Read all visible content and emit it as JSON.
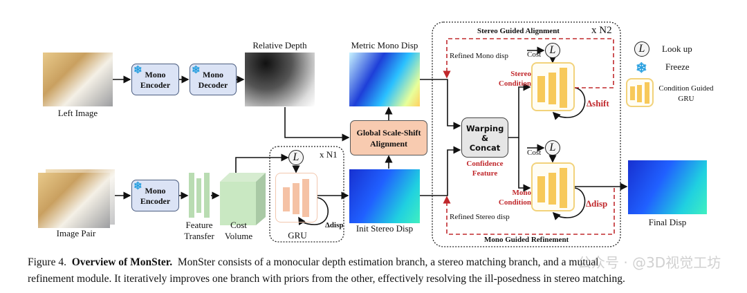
{
  "top_branch": {
    "left_image": "Left Image",
    "mono_encoder": "Mono Encoder",
    "mono_decoder": "Mono Decoder",
    "relative_depth": "Relative Depth",
    "metric_mono_disp": "Metric Mono Disp"
  },
  "bottom_branch": {
    "image_pair": "Image Pair",
    "mono_encoder": "Mono Encoder",
    "feature_transfer": "Feature Transfer",
    "cost_volume": "Cost Volume",
    "gru": "GRU",
    "delta_disp": "Δdisp",
    "repeat_n1": "x N1",
    "init_stereo_disp": "Init Stereo Disp"
  },
  "alignment": {
    "label": "Global Scale-Shift Alignment"
  },
  "refinement": {
    "stereo_guided_alignment": "Stereo Guided Alignment",
    "repeat_n2": "x N2",
    "refined_mono_disp": "Refined Mono disp",
    "refined_stereo_disp": "Refined Stereo disp",
    "cost": "Cost",
    "stereo_condition": "Stereo Condition",
    "mono_condition": "Mono Condition",
    "delta_shift": "Δshift",
    "delta_disp": "Δdisp",
    "warping_concat": "Warping & Concat",
    "confidence_feature": "Confidence Feature",
    "mono_guided_refinement": "Mono Guided Refinement",
    "final_disp": "Final Disp"
  },
  "legend": {
    "look_up": "Look up",
    "freeze": "Freeze",
    "condition_guided_gru": "Condition Guided GRU",
    "lookup_symbol": "L"
  },
  "caption": {
    "prefix": "Figure 4.",
    "title": "Overview of MonSter.",
    "line1": "MonSter consists of a monocular depth estimation branch, a stereo matching branch, and a mutual",
    "line2": "refinement module. It iteratively improves one branch with priors from the other, effectively resolving the ill-posedness in stereo matching."
  },
  "watermark": "公众号 · @3D视觉工坊",
  "colors": {
    "accent_red": "#c0282c",
    "freeze_blue": "#2aa0e0",
    "gru_yellow": "#f7c95a",
    "alignment_orange": "#f8cbb0"
  }
}
